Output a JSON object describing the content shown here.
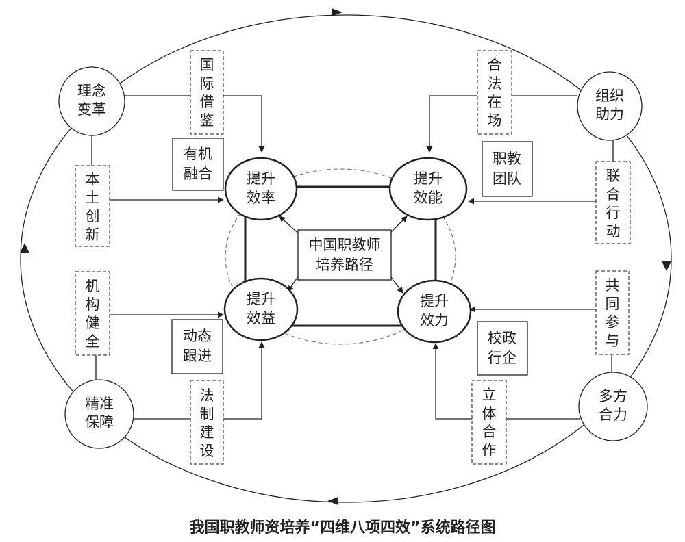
{
  "colors": {
    "ink": "#222222",
    "dashed": "#666666",
    "background": "#ffffff"
  },
  "core": [
    "中国职教师",
    "培养路径"
  ],
  "effects": {
    "efficiency": [
      "提升",
      "效率"
    ],
    "capability": [
      "提升",
      "效能"
    ],
    "benefit": [
      "提升",
      "效益"
    ],
    "force": [
      "提升",
      "效力"
    ]
  },
  "dimensions": {
    "concept": [
      "理念",
      "变革"
    ],
    "organization": [
      "组织",
      "助力"
    ],
    "guarantee": [
      "精准",
      "保障"
    ],
    "multiparty": [
      "多方",
      "合力"
    ]
  },
  "items": {
    "intl": [
      "国",
      "际",
      "借",
      "鉴"
    ],
    "local": [
      "本",
      "土",
      "创",
      "新"
    ],
    "legal_presence": [
      "合",
      "法",
      "在",
      "场"
    ],
    "joint_action": [
      "联",
      "合",
      "行",
      "动"
    ],
    "institution": [
      "机",
      "构",
      "健",
      "全"
    ],
    "law_building": [
      "法",
      "制",
      "建",
      "设"
    ],
    "co_participation": [
      "共",
      "同",
      "参",
      "与"
    ],
    "multi_cooperation": [
      "立",
      "体",
      "合",
      "作"
    ]
  },
  "measures": {
    "organic": [
      "有机",
      "融合"
    ],
    "team": [
      "职教",
      "团队"
    ],
    "dynamic": [
      "动态",
      "跟进"
    ],
    "school_gov": [
      "校政",
      "行企"
    ]
  },
  "caption": "我国职教师资培养“四维八项四效”系统路径图"
}
